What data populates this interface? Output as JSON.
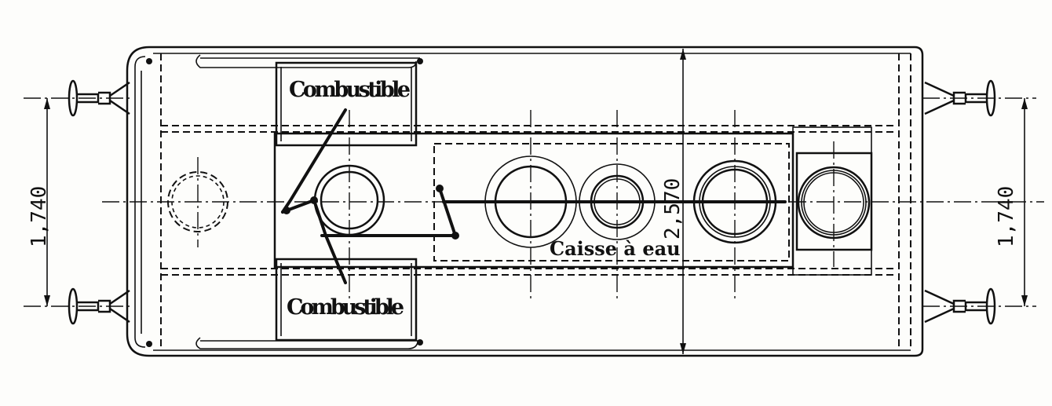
{
  "labels": {
    "fuel_top": "Combustible",
    "fuel_bottom": "Combustible",
    "water_tank": "Caisse à eau"
  },
  "dimensions": {
    "width_center": "2,570",
    "buffer_left": "1,740",
    "buffer_right": "1,740"
  }
}
